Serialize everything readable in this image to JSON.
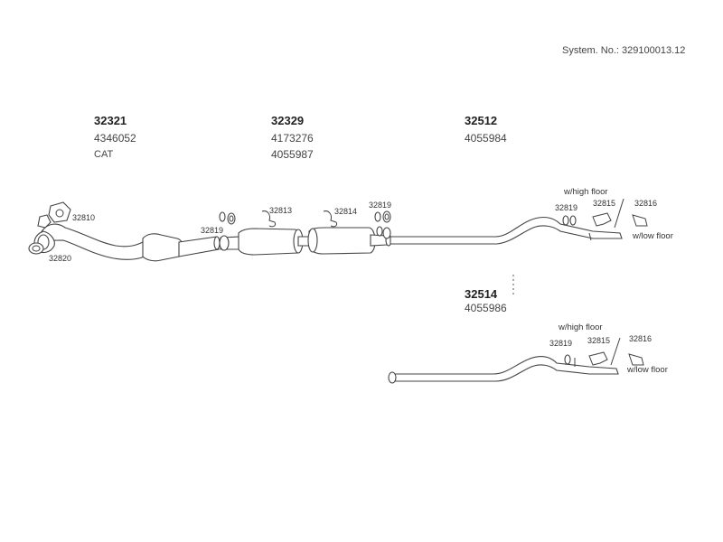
{
  "header": {
    "system_no": "System. No.: 329100013.12"
  },
  "groups": [
    {
      "part": "32321",
      "numbers": [
        "4346052",
        "CAT"
      ]
    },
    {
      "part": "32329",
      "numbers": [
        "4173276",
        "4055987"
      ]
    },
    {
      "part": "32512",
      "numbers": [
        "4055984"
      ]
    },
    {
      "part": "32514",
      "numbers": [
        "4055986"
      ]
    }
  ],
  "labels": {
    "p32810": "32810",
    "p32820": "32820",
    "p32819_a": "32819",
    "p32813": "32813",
    "p32814": "32814",
    "p32819_b": "32819",
    "p32819_c": "32819",
    "p32815_a": "32815",
    "p32816_a": "32816",
    "p32819_d": "32819",
    "p32815_b": "32815",
    "p32816_b": "32816",
    "high_floor_a": "w/high floor",
    "low_floor_a": "w/low floor",
    "high_floor_b": "w/high floor",
    "low_floor_b": "w/low floor"
  }
}
